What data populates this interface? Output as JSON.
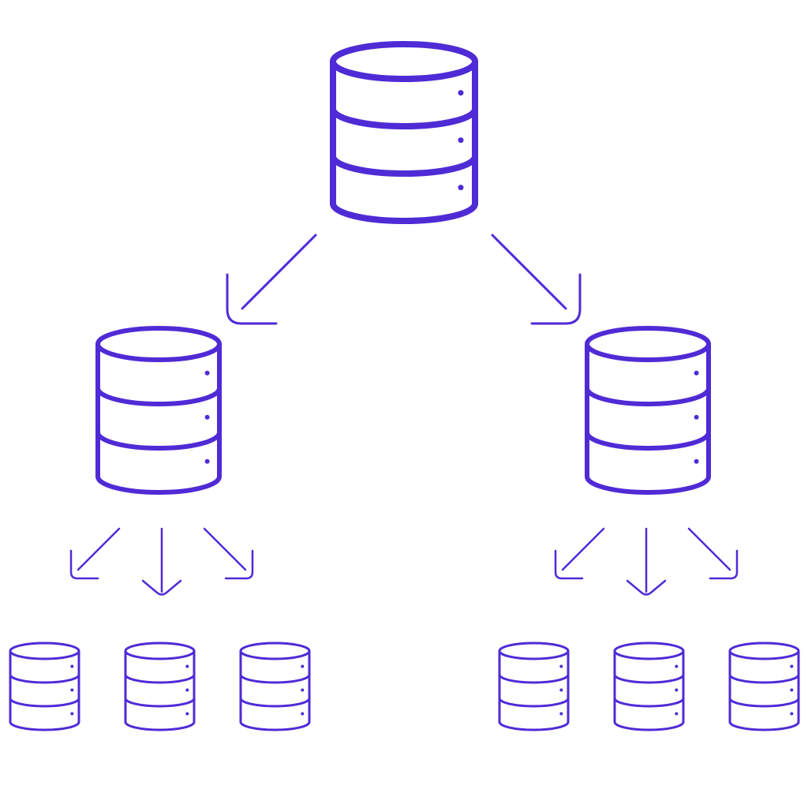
{
  "colors": {
    "stroke": "#4F2BD6",
    "background": "#FFFFFF"
  },
  "diagram": {
    "root_count": 1,
    "mid_count": 2,
    "leaf_per_mid": 3
  }
}
